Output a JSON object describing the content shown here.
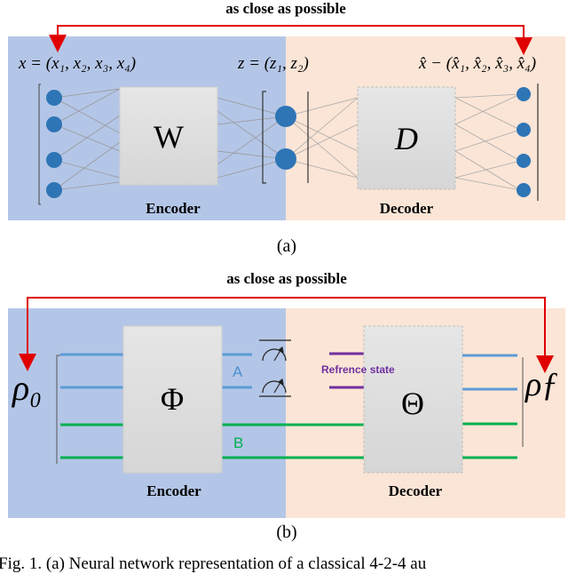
{
  "panel_a": {
    "top_label": "as close as possible",
    "x_eq": "x = (x₁, x₂, x₃, x₄)",
    "z_eq": "z = (z₁, z₂)",
    "xhat_eq": "x̂ − (x̂₁, x̂₂, x̂₃, x̂₄)",
    "encoder_symbol": "W",
    "decoder_symbol": "D",
    "encoder_label": "Encoder",
    "decoder_label": "Decoder",
    "caption": "(a)"
  },
  "panel_b": {
    "top_label": "as close as possible",
    "rho0": "ρ₀",
    "rhof": "ρƒ",
    "encoder_symbol": "Φ",
    "decoder_symbol": "Θ",
    "label_a": "A",
    "label_b": "B",
    "reference_state": "Refrence state",
    "encoder_label": "Encoder",
    "decoder_label": "Decoder",
    "caption": "(b)"
  },
  "figure_caption": "Fig. 1. (a) Neural network representation of a classical 4-2-4 au",
  "colors": {
    "encoder_bg": "#b4c6e7",
    "decoder_bg": "#fbe5d6",
    "node": "#2e75b6",
    "arrow": "#e00000",
    "wire_blue": "#5b9bd5",
    "wire_green": "#00b050",
    "wire_purple": "#7030a0"
  }
}
